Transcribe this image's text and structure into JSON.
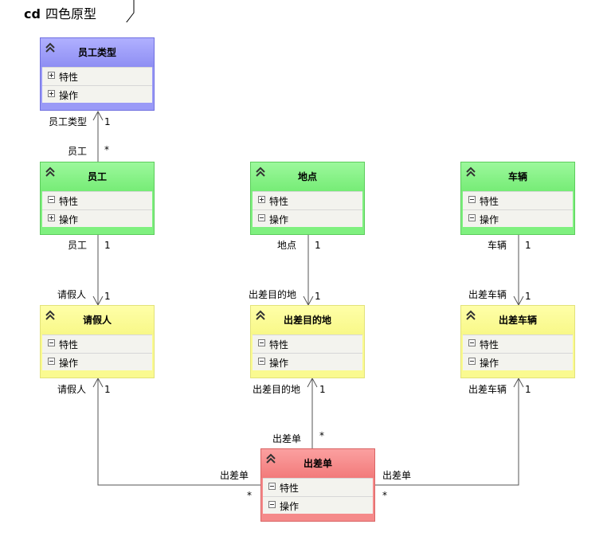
{
  "frame": {
    "keyword": "cd",
    "title": "四色原型"
  },
  "compartments": {
    "attributes": "特性",
    "operations": "操作"
  },
  "classes": {
    "employee_type": {
      "name": "员工类型",
      "color": "#9a9af7"
    },
    "employee": {
      "name": "员工",
      "color": "#7ff07f"
    },
    "location": {
      "name": "地点",
      "color": "#7ff07f"
    },
    "vehicle": {
      "name": "车辆",
      "color": "#7ff07f"
    },
    "leave_applicant": {
      "name": "请假人",
      "color": "#fafa90"
    },
    "destination": {
      "name": "出差目的地",
      "color": "#fafa90"
    },
    "trip_vehicle": {
      "name": "出差车辆",
      "color": "#fafa90"
    },
    "trip_order": {
      "name": "出差单",
      "color": "#f58a8a"
    }
  },
  "associations": {
    "emp_to_type": {
      "target_role": "员工类型",
      "target_mult": "1",
      "source_role": "员工",
      "source_mult": "*"
    },
    "applicant_to_emp": {
      "target_role": "员工",
      "target_mult": "1",
      "source_role": "请假人",
      "source_mult": "1"
    },
    "dest_to_loc": {
      "target_role": "地点",
      "target_mult": "1",
      "source_role": "出差目的地",
      "source_mult": "1"
    },
    "tripveh_to_veh": {
      "target_role": "车辆",
      "target_mult": "1",
      "source_role": "出差车辆",
      "source_mult": "1"
    },
    "order_to_applicant": {
      "target_role": "请假人",
      "target_mult": "1",
      "source_role": "出差单",
      "source_mult": "*"
    },
    "order_to_dest": {
      "target_role": "出差目的地",
      "target_mult": "1",
      "source_role": "出差单",
      "source_mult": "*"
    },
    "order_to_tripveh": {
      "target_role": "出差车辆",
      "target_mult": "1",
      "source_role": "出差单",
      "source_mult": "*"
    }
  }
}
